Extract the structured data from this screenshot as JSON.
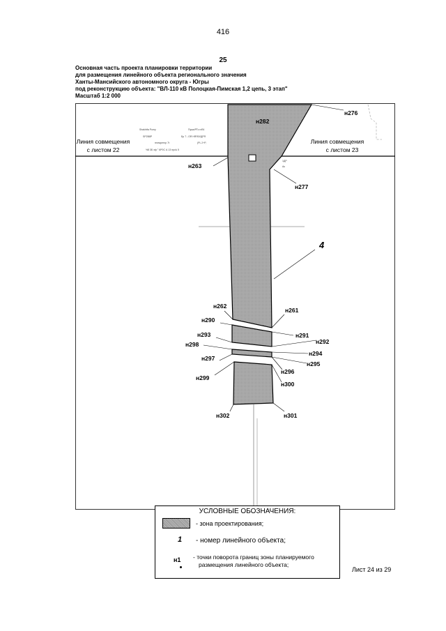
{
  "page_number": "416",
  "sheet_number": "25",
  "header": {
    "line1": "Основная часть проекта планировки территории",
    "line2": "для размещения линейного объекта регионального значения",
    "line3": "Ханты-Мансийского автономного округа - Югры",
    "line4": "под реконструкцию объекта: \"ВЛ-110 кВ Полоцкая-Пимская 1,2 цепь, 3 этап\"",
    "line5": "Масштаб 1:2 000"
  },
  "map": {
    "match_left": {
      "line1": "Линия совмещения",
      "line2": "с листом 22"
    },
    "match_right": {
      "line1": "Линия совмещения",
      "line2": "с листом 23"
    },
    "object_number": "4",
    "points": {
      "n276": "н276",
      "n282": "н282",
      "n263": "н263",
      "n277": "н277",
      "n262": "н262",
      "n261": "н261",
      "n290": "н290",
      "n291": "н291",
      "n293": "н293",
      "n292": "н292",
      "n298": "н298",
      "n294": "н294",
      "n297": "н297",
      "n295": "н295",
      "n296": "н296",
      "n299": "н299",
      "n300": "н300",
      "n302": "н302",
      "n301": "н301"
    }
  },
  "legend": {
    "title": "УСЛОВНЫЕ ОБОЗНАЧЕНИЯ:",
    "zone_label": "- зона проектирования;",
    "object_num_symbol": "1",
    "object_num_label": "- номер линейного объекта;",
    "point_symbol": "н1",
    "point_label_line1": "- точки поворота границ зоны планируемого",
    "point_label_line2": "размещения линейного объекта;"
  },
  "sheet_footer": "Лист 24 из 29"
}
